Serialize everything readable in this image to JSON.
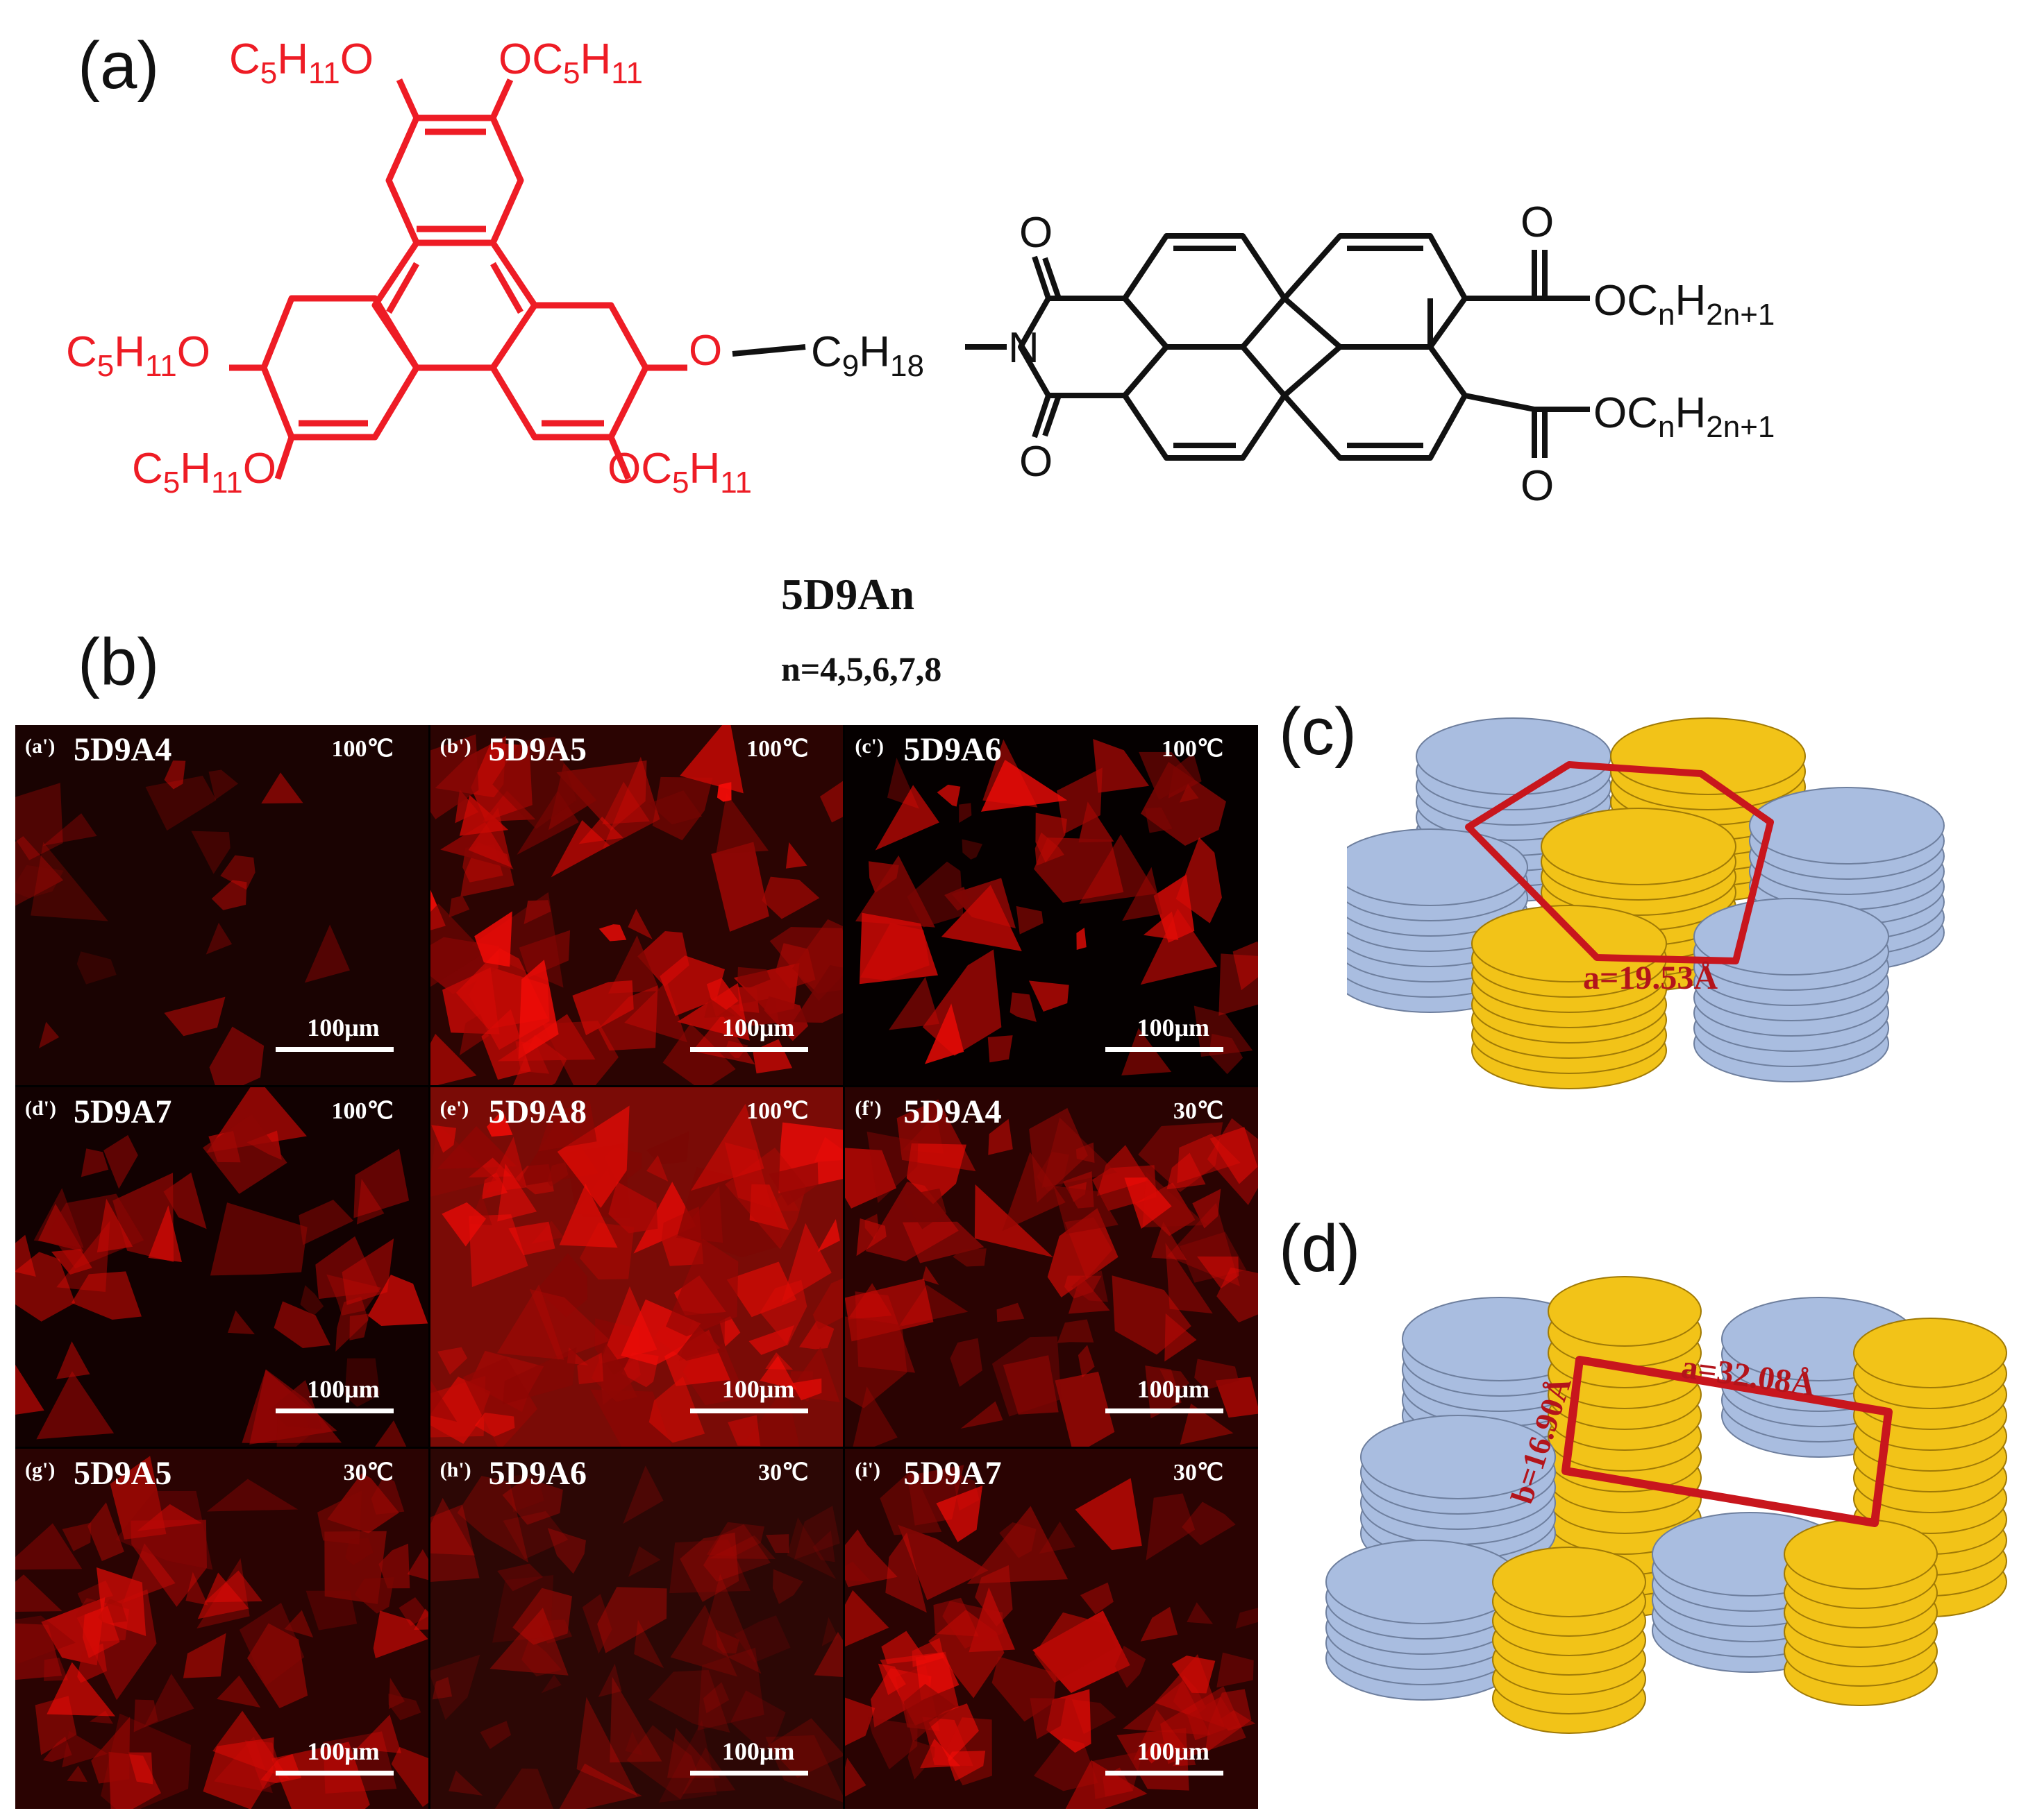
{
  "panels": {
    "a": "(a)",
    "b": "(b)",
    "c": "(c)",
    "d": "(d)"
  },
  "structure": {
    "substituents_red": {
      "top_left": "C5H11O",
      "top_right": "OC5H11",
      "mid_left": "C5H11O",
      "bottom_left": "C5H11O",
      "bottom_right": "OC5H11",
      "link_o": "O"
    },
    "spacer": "C9H18",
    "nitrogen": "N",
    "oxygen": "O",
    "ester_top": "OCnH2n+1",
    "ester_bottom": "OCnH2n+1"
  },
  "compound": {
    "name": "5D9An",
    "n_values": "n=4,5,6,7,8"
  },
  "micrographs": [
    {
      "index": "(a')",
      "sample": "5D9A4",
      "temp": "100℃",
      "scale": "100μm",
      "tone": "dark"
    },
    {
      "index": "(b')",
      "sample": "5D9A5",
      "temp": "100℃",
      "scale": "100μm",
      "tone": "bright"
    },
    {
      "index": "(c')",
      "sample": "5D9A6",
      "temp": "100℃",
      "scale": "100μm",
      "tone": "bright-sparse"
    },
    {
      "index": "(d')",
      "sample": "5D9A7",
      "temp": "100℃",
      "scale": "100μm",
      "tone": "sparse"
    },
    {
      "index": "(e')",
      "sample": "5D9A8",
      "temp": "100℃",
      "scale": "100μm",
      "tone": "full"
    },
    {
      "index": "(f')",
      "sample": "5D9A4",
      "temp": "30℃",
      "scale": "100μm",
      "tone": "medium"
    },
    {
      "index": "(g')",
      "sample": "5D9A5",
      "temp": "30℃",
      "scale": "100μm",
      "tone": "medium"
    },
    {
      "index": "(h')",
      "sample": "5D9A6",
      "temp": "30℃",
      "scale": "100μm",
      "tone": "dim"
    },
    {
      "index": "(i')",
      "sample": "5D9A7",
      "temp": "30℃",
      "scale": "100μm",
      "tone": "medium"
    }
  ],
  "lattice_c": {
    "label": "a=19.53Å"
  },
  "lattice_d": {
    "label_a": "a=32.08Å",
    "label_b": "b=16.90Å"
  },
  "colors": {
    "triphenylene": "#ee1c25",
    "lattice_line": "#c8161d",
    "gold_disk": "#f2c318",
    "blue_disk": "#a9bde0",
    "micrograph_red": "#e8140c"
  }
}
